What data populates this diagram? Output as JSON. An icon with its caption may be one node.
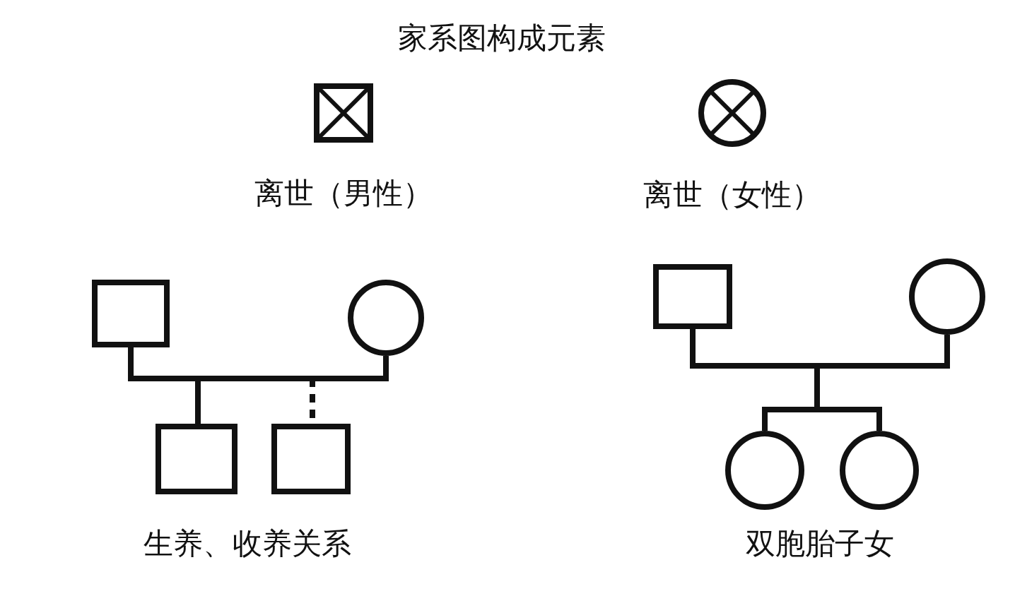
{
  "diagram": {
    "title": "家系图构成元素",
    "nodes": [
      {
        "text": [],
        "shape": "box",
        "beside": [
          "离世（男性）"
        ]
      },
      {
        "text": [],
        "shape": "circle",
        "beside": [
          "离世（女性）"
        ]
      },
      {
        "text": [],
        "shape": "box"
      },
      {
        "text": [],
        "shape": "circle"
      },
      {
        "text": [],
        "shape": "box"
      },
      {
        "text": [],
        "shape": "box"
      },
      {
        "text": [],
        "shape": "box"
      },
      {
        "text": [],
        "shape": "circle"
      },
      {
        "text": [],
        "shape": "circle"
      },
      {
        "text": [],
        "shape": "circle"
      }
    ],
    "edges": [
      {
        "from": 2,
        "to": 3,
        "arrow": "none"
      },
      {
        "from": 2,
        "to": 4,
        "arrow": "none"
      },
      {
        "from": 3,
        "to": 4,
        "arrow": "none"
      },
      {
        "from": 2,
        "to": 5,
        "arrow": "none",
        "style": "dashed"
      },
      {
        "from": 3,
        "to": 5,
        "arrow": "none",
        "style": "dashed"
      },
      {
        "from": 6,
        "to": 7,
        "arrow": "none"
      },
      {
        "from": 6,
        "to": 8,
        "arrow": "none"
      },
      {
        "from": 7,
        "to": 8,
        "arrow": "none"
      },
      {
        "from": 6,
        "to": 9,
        "arrow": "none"
      },
      {
        "from": 7,
        "to": 9,
        "arrow": "none"
      }
    ],
    "labels": [
      "生养、收养关系",
      "双胞胎子女"
    ]
  }
}
